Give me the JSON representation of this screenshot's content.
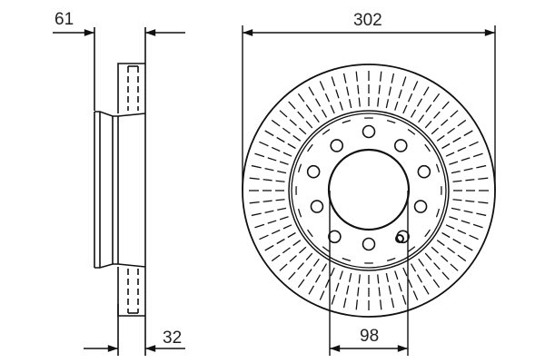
{
  "drawing": {
    "subject": "brake disc technical drawing",
    "line_color": "#111111",
    "background": "#ffffff"
  },
  "dimensions": {
    "offset": {
      "label": "61",
      "view": "side"
    },
    "thickness": {
      "label": "32",
      "view": "side"
    },
    "outer_diameter": {
      "label": "302",
      "view": "front"
    },
    "hub_bore": {
      "label": "98",
      "view": "front"
    }
  },
  "front_view": {
    "bolt_holes": 5,
    "secondary_holes": 5,
    "vent_slots": 60
  }
}
